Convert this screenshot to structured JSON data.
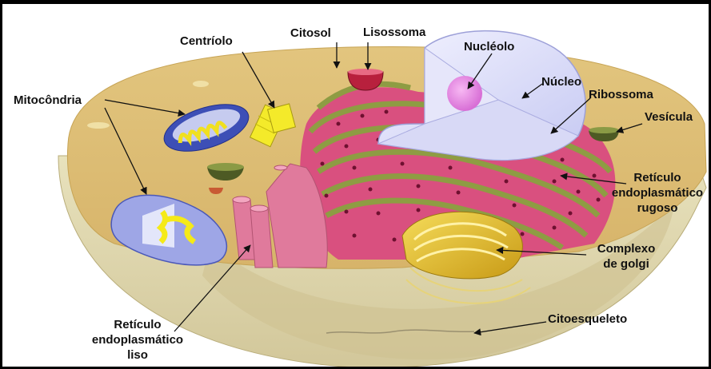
{
  "labels": {
    "centriolo": "Centríolo",
    "citosol": "Citosol",
    "lisossoma": "Lisossoma",
    "nucleolo": "Nucléolo",
    "nucleo": "Núcleo",
    "ribossoma": "Ribossoma",
    "vesicula": "Vesícula",
    "mitocondria": "Mitocôndria",
    "reticulo_rugoso": [
      "Retículo",
      "endoplasmático",
      "rugoso"
    ],
    "complexo_golgi": [
      "Complexo",
      "de golgi"
    ],
    "citoesqueleto": "Citoesqueleto",
    "reticulo_liso": [
      "Retículo",
      "endoplasmático",
      "liso"
    ]
  }
}
